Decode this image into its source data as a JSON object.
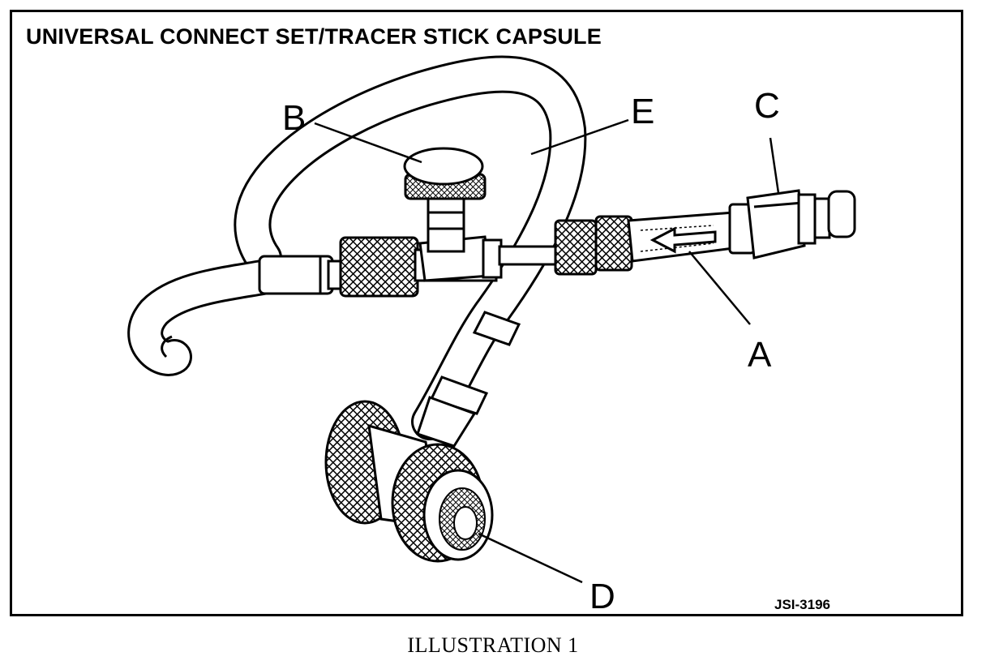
{
  "figure": {
    "title": "UNIVERSAL CONNECT SET/TRACER STICK CAPSULE",
    "code": "JSI-3196",
    "caption": "ILLUSTRATION 1"
  },
  "callouts": {
    "A": "A",
    "B": "B",
    "C": "C",
    "D": "D",
    "E": "E"
  },
  "colors": {
    "ink": "#000000",
    "paper": "#ffffff"
  }
}
